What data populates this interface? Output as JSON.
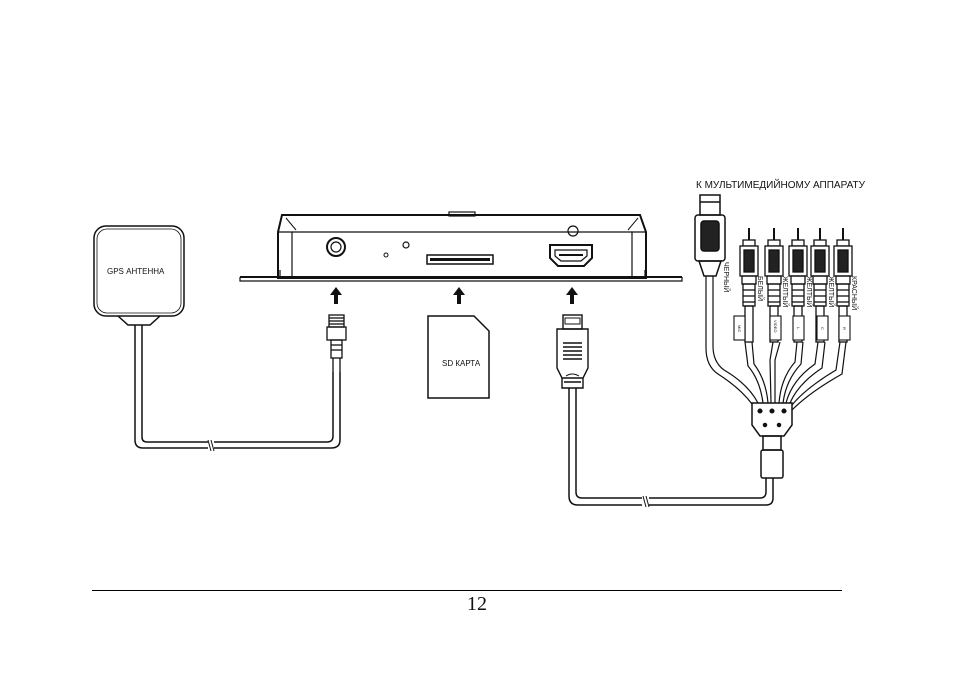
{
  "labels": {
    "multimedia": "К МУЛЬТИМЕДИЙНОМУ АППАРАТУ",
    "gps": "GPS АНТЕННА",
    "sd": "SD КАРТА",
    "rca_black": "ЧЕРНЫЙ",
    "rca_white": "БЕЛЫЙ",
    "rca_yellow1": "ЖЕЛТЫЙ",
    "rca_yellow2": "ЖЕЛТЫЙ",
    "rca_red": "КРАСНЫЙ",
    "tag_mic": "MIC",
    "tag_video": "VIDEO",
    "tag_l": "L",
    "tag_c": "C",
    "tag_r": "R"
  },
  "page_number": "12",
  "colors": {
    "line": "#111111",
    "fill_dark": "#222222",
    "paper": "#ffffff"
  }
}
